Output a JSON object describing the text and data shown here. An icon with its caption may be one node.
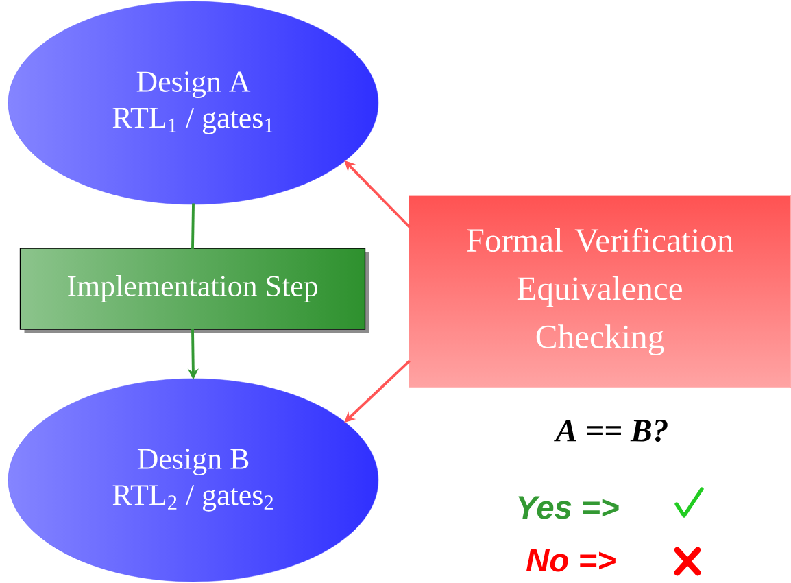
{
  "diagram": {
    "nodes": [
      {
        "text": [
          "Design A",
          "RTL$_{1}$ / gates$_{1}$"
        ]
      },
      {
        "text": [
          "Implementation Step"
        ]
      },
      {
        "text": [
          "Design B",
          "RTL$_{2}$ / gates$_{2}$"
        ]
      },
      {
        "text": [
          "Formal Verification Equivalence Checking"
        ]
      }
    ],
    "edges": [
      {
        "from": 0,
        "to": 1,
        "arrow": "none",
        "color": "#339933"
      },
      {
        "from": 1,
        "to": 2,
        "arrow": "to",
        "color": "#339933"
      },
      {
        "from": 3,
        "to": 0,
        "arrow": "to",
        "color": "#ff5555"
      },
      {
        "from": 3,
        "to": 2,
        "arrow": "to",
        "color": "#ff5555"
      }
    ],
    "labels": [
      "A == B?",
      "Yes =>",
      "No =>"
    ]
  }
}
